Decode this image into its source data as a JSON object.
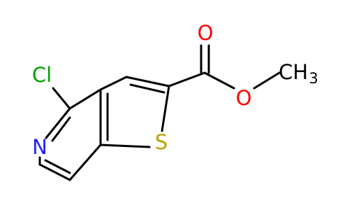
{
  "molecule": {
    "atoms": {
      "chlorine": {
        "label": "Cl",
        "color": "#00a000"
      },
      "nitrogen": {
        "label": "N",
        "color": "#1f1fff"
      },
      "sulfur": {
        "label": "S",
        "color": "#b8a000"
      },
      "carbonyl_oxygen": {
        "label": "O",
        "color": "#ff0000"
      },
      "ester_oxygen": {
        "label": "O",
        "color": "#ff0000"
      },
      "methyl": {
        "label": "CH",
        "subscript": "3",
        "color": "#000000"
      }
    }
  }
}
